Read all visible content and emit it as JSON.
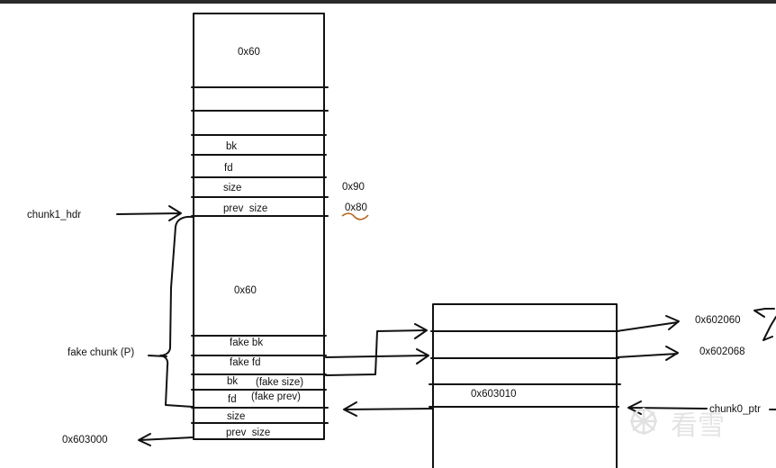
{
  "chunk_left": {
    "top_size": "0x60",
    "bk": "bk",
    "fd": "fd",
    "size": "size",
    "prev_size": "prev  size",
    "mid_size": "0x60",
    "fake_bk": "fake bk",
    "fake_fd": "fake fd",
    "bk2": "bk",
    "fake_size": "(fake size)",
    "fd2": "fd",
    "fake_prev": "(fake prev)",
    "size2": "size",
    "prev_size2": "prev  size"
  },
  "annotations": {
    "size_value": "0x90",
    "prev_size_value": "0x80",
    "chunk1_hdr": "chunk1_hdr",
    "fake_chunk": "fake chunk (P)",
    "base_addr": "0x603000"
  },
  "chunk_right": {
    "addr_in_box": "0x603010",
    "target_fd": "0x602060",
    "target_bk": "0x602068",
    "ptr_label": "chunk0_ptr"
  },
  "watermark": "看雪",
  "colors": {
    "ink": "#111111",
    "accent_wave": "#b5651d",
    "watermark": "#e4e4e4"
  }
}
